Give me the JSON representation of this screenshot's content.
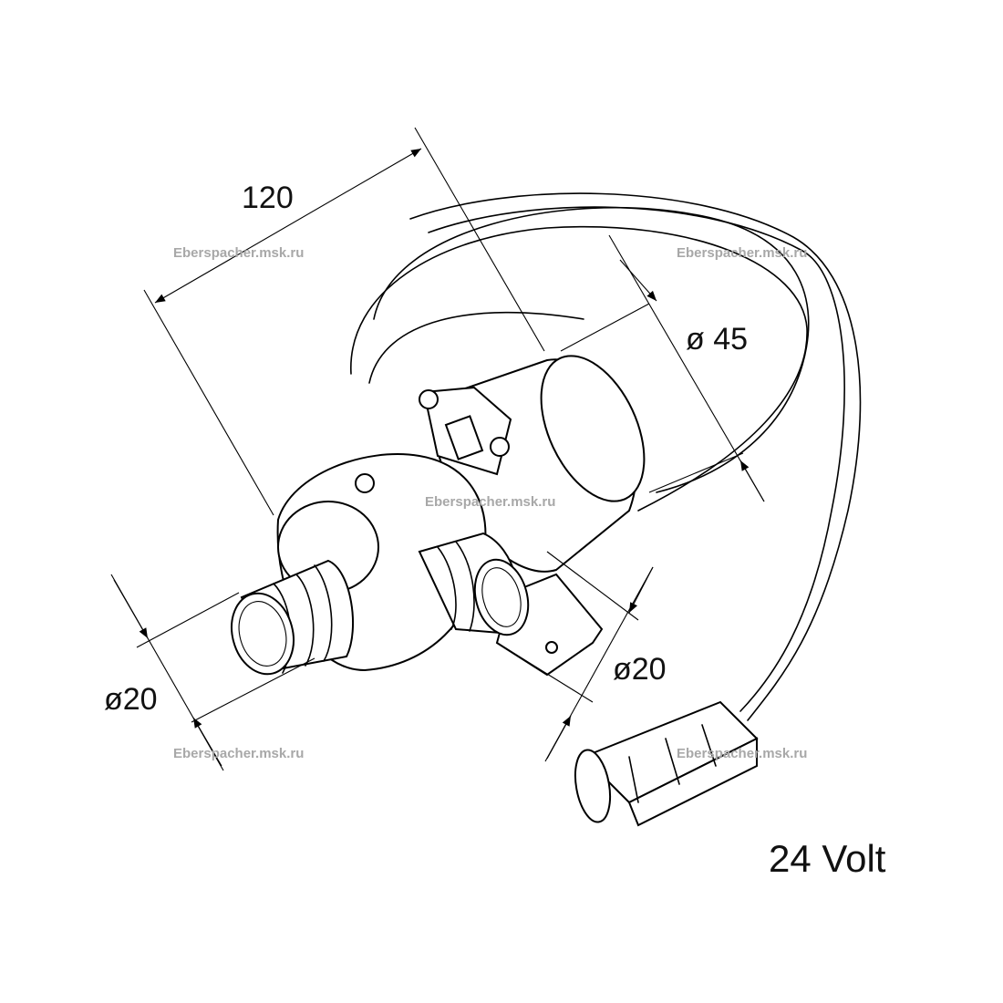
{
  "watermark": "Eberspacher.msk.ru",
  "dimensions": {
    "length": "120",
    "motor_diameter": "ø 45",
    "inlet_diameter": "ø20",
    "outlet_diameter": "ø20"
  },
  "voltage_label": "24 Volt",
  "colors": {
    "line": "#000000",
    "watermark": "#a8a8a8"
  }
}
